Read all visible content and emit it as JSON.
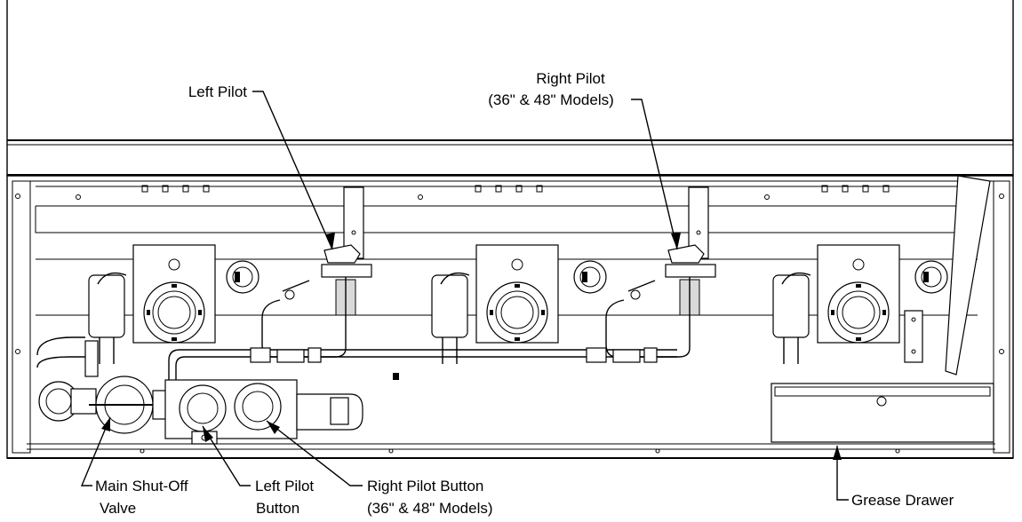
{
  "callouts": {
    "left_pilot": "Left Pilot",
    "right_pilot_l1": "Right Pilot",
    "right_pilot_l2": "(36\" & 48\" Models)",
    "main_shutoff_l1": "Main Shut-Off",
    "main_shutoff_l2": "Valve",
    "left_pilot_button_l1": "Left Pilot",
    "left_pilot_button_l2": "Button",
    "right_pilot_button_l1": "Right Pilot Button",
    "right_pilot_button_l2": "(36\" & 48\" Models)",
    "grease_drawer": "Grease Drawer"
  }
}
